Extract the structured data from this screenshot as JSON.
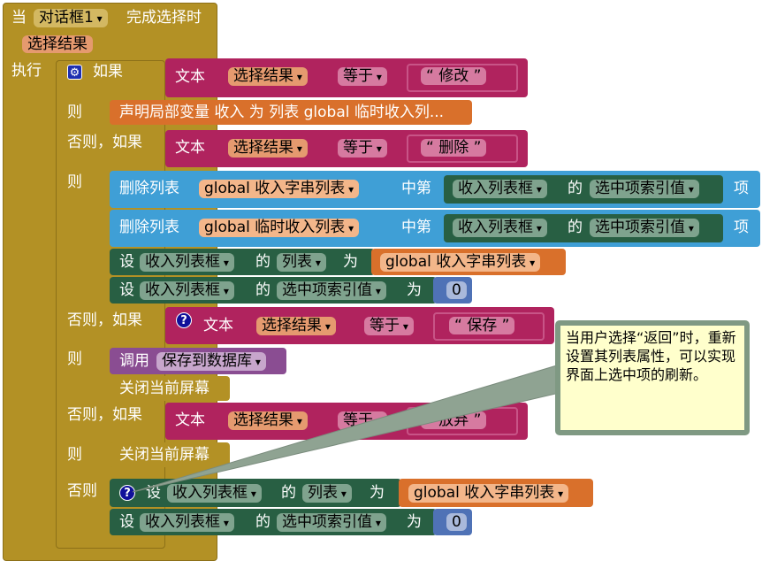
{
  "event": {
    "when": "当",
    "component": "对话框1",
    "event_name": "完成选择时",
    "param": "选择结果",
    "do": "执行"
  },
  "if_block": {
    "if_label": "如果",
    "then_label": "则",
    "elseif_label": "否则，如果",
    "else_label": "否则"
  },
  "compare": {
    "text_label": "文本",
    "var": "选择结果",
    "op": "等于",
    "values": [
      "修改",
      "删除",
      "保存",
      "放弃"
    ]
  },
  "local_var": "声明局部变量 收入 为 列表 global 临时收入列...",
  "remove": {
    "label": "删除列表",
    "middle": "中第",
    "item": "项",
    "lists": [
      "global 收入字串列表",
      "global 临时收入列表"
    ],
    "component": "收入列表框",
    "of": "的",
    "prop": "选中项索引值"
  },
  "set": {
    "set_label": "设",
    "component": "收入列表框",
    "of": "的",
    "to": "为",
    "prop_list": "列表",
    "prop_index": "选中项索引值",
    "list_value": "global 收入字串列表",
    "zero": "0"
  },
  "call": {
    "label": "调用",
    "proc": "保存到数据库"
  },
  "close_screen": "关闭当前屏幕",
  "comment": "当用户选择“返回”时，重新设置其列表属性，可以实现界面上选中项的刷新。",
  "colors": {
    "event": "#b39125",
    "text": "#b0235e",
    "list": "#3f9fd6",
    "component": "#285f43",
    "variable": "#d9702b",
    "procedure": "#8a4d92",
    "math": "#4f72b6",
    "comment": "#ffffcc"
  }
}
